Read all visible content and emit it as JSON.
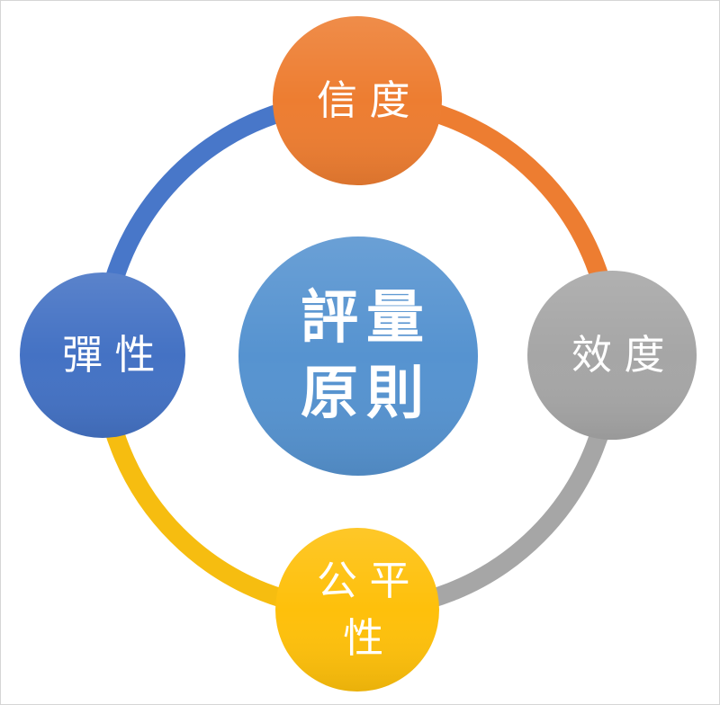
{
  "window": {
    "background": "#ffffff",
    "frame_border_color": "#d5d5d5"
  },
  "diagram": {
    "type": "cycle-smartart",
    "text_color": "#ffffff",
    "center": {
      "label": "評量\n原則",
      "fill": "#5693D0"
    },
    "nodes": [
      {
        "position": "top",
        "label": "信度",
        "fill": "#ED7D31"
      },
      {
        "position": "right",
        "label": "效度",
        "fill": "#A6A6A6"
      },
      {
        "position": "bottom",
        "label": "公平\n性",
        "fill": "#FEC00B"
      },
      {
        "position": "left",
        "label": "彈性",
        "fill": "#4472C4"
      }
    ],
    "arcs": [
      {
        "from": "top",
        "to": "right",
        "color": "#ED7D31"
      },
      {
        "from": "right",
        "to": "bottom",
        "color": "#A6A6A6"
      },
      {
        "from": "bottom",
        "to": "left",
        "color": "#F6BD10"
      },
      {
        "from": "left",
        "to": "top",
        "color": "#4877C9"
      }
    ]
  }
}
